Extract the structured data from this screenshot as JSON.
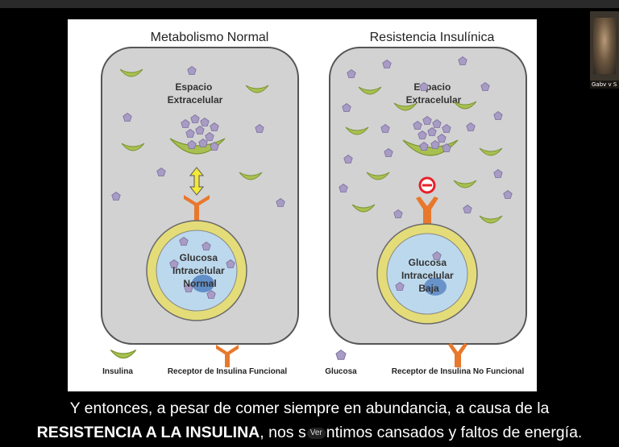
{
  "slide": {
    "left_title": "Metabolismo Normal",
    "right_title": "Resistencia Insulínica",
    "left_extracellular": [
      "Espacio",
      "Extracelular"
    ],
    "right_extracellular": [
      "Espacio",
      "Extracelular"
    ],
    "left_intracellular": [
      "Glucosa",
      "Intracelular",
      "Normal"
    ],
    "right_intracellular": [
      "Glucosa",
      "Intracelular",
      "Baja"
    ],
    "legend": {
      "insulin": "Insulina",
      "receptor_functional": "Receptor de Insulina Funcional",
      "glucose": "Glucosa",
      "receptor_nonfunctional": "Receptor de Insulina No Funcional"
    },
    "colors": {
      "insulin": "#a8c050",
      "receptor": "#e8782c",
      "glucose": "#a89cc4",
      "cell_ring": "#e4dc78",
      "cell_inner": "#bcd8ec",
      "block": "#e8202a"
    }
  },
  "participant": {
    "name": "Gabv v S"
  },
  "caption": {
    "line1": "Y entonces, a pesar de comer siempre en abundancia, a causa de la",
    "line2_bold": "RESISTENCIA A LA INSULINA",
    "line2_part1": ", nos s",
    "overlay_badge": "Ver",
    "line2_part2": "ntimos cansados y faltos de energía."
  }
}
